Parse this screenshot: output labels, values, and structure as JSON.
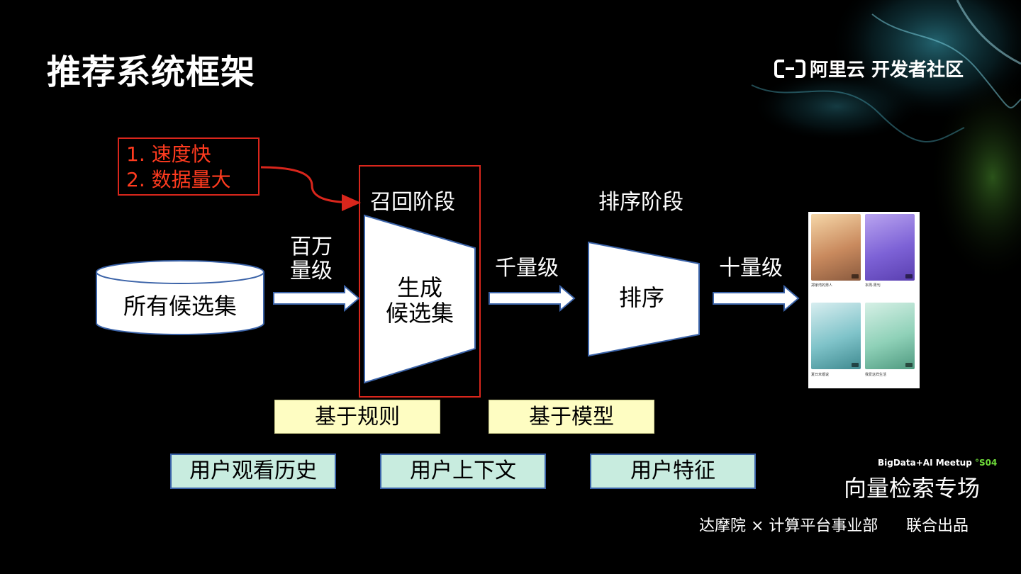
{
  "slide": {
    "title": "推荐系统框架"
  },
  "brand": {
    "label": "阿里云 开发者社区"
  },
  "note": {
    "lines": [
      "1. 速度快",
      "2. 数据量大"
    ]
  },
  "stages": {
    "recall": "召回阶段",
    "rank": "排序阶段"
  },
  "quantities": {
    "millions_line1": "百万",
    "millions_line2": "量级",
    "thousands": "千量级",
    "tens": "十量级"
  },
  "nodes": {
    "all_candidates": "所有候选集",
    "generate_line1": "生成",
    "generate_line2": "候选集",
    "ranking": "排序"
  },
  "methods": {
    "rule_based": "基于规则",
    "model_based": "基于模型"
  },
  "features": {
    "watch_history": "用户观看历史",
    "context": "用户上下文",
    "user_features": "用户特征"
  },
  "results": [
    {
      "title": "郑家湾的男人",
      "subtitle": ""
    },
    {
      "title": "本周·周刊",
      "subtitle": ""
    },
    {
      "title": "夏日未婚说",
      "subtitle": ""
    },
    {
      "title": "我爱这样生活",
      "subtitle": ""
    }
  ],
  "event": {
    "meetup_prefix": "BigData+AI  Meetup",
    "meetup_suffix": "°S04",
    "session": "向量检索专场",
    "orgs": "达摩院 × 计算平台事业部",
    "credit": "联合出品"
  },
  "colors": {
    "accent_red": "#d9261c",
    "note_text": "#ff3b1f",
    "rule_box": "#fefdc2",
    "feature_box": "#c8ecdf",
    "shape_stroke": "#3b63a8"
  }
}
